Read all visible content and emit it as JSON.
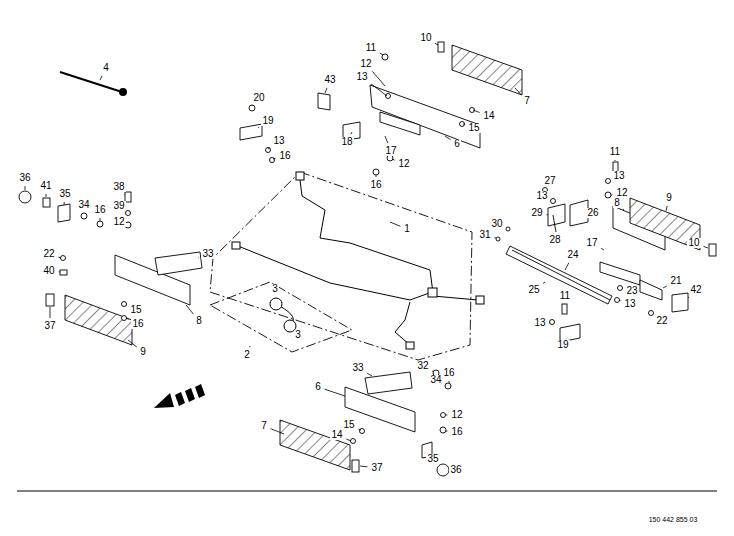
{
  "diagram": {
    "labels": [
      "4",
      "20",
      "19",
      "13",
      "16",
      "43",
      "18",
      "17",
      "16",
      "12",
      "6",
      "12",
      "15",
      "14",
      "13",
      "11",
      "10",
      "7",
      "36",
      "41",
      "35",
      "34",
      "16",
      "38",
      "39",
      "12",
      "22",
      "40",
      "33",
      "8",
      "37",
      "15",
      "16",
      "9",
      "1",
      "3",
      "3",
      "2",
      "33",
      "32",
      "34",
      "16",
      "6",
      "12",
      "16",
      "15",
      "14",
      "7",
      "37",
      "35",
      "36",
      "11",
      "13",
      "27",
      "13",
      "12",
      "29",
      "26",
      "28",
      "30",
      "31",
      "8",
      "9",
      "17",
      "10",
      "24",
      "21",
      "25",
      "23",
      "42",
      "11",
      "13",
      "13",
      "22",
      "19",
      "150 442 855 03"
    ]
  }
}
